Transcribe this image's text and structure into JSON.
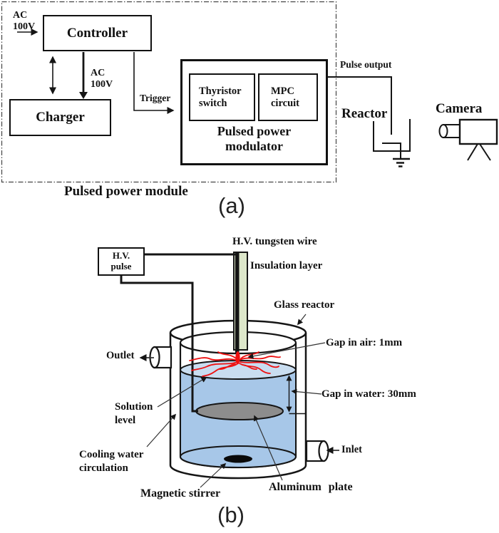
{
  "figure": {
    "caption_a": "(a)",
    "caption_b": "(b)",
    "colors": {
      "line_black": "#151515",
      "water_body": "#a7c7e8",
      "water_surface": "#c9ddf0",
      "plate_gray": "#8d8d8d",
      "insulation_green": "#dde7ca",
      "discharge_red": "#ee1111",
      "stirrer_black": "#0a0a0a"
    }
  },
  "panel_a": {
    "ac_input": {
      "l1": "AC",
      "l2": "100V"
    },
    "controller": "Controller",
    "ac_mid": {
      "l1": "AC",
      "l2": "100V"
    },
    "charger": "Charger",
    "trigger": "Trigger",
    "thyristor": {
      "l1": "Thyristor",
      "l2": "switch"
    },
    "mpc": {
      "l1": "MPC",
      "l2": "circuit"
    },
    "modulator": {
      "l1": "Pulsed power",
      "l2": "modulator"
    },
    "pulse_output": "Pulse output",
    "reactor": "Reactor",
    "camera": "Camera",
    "module_caption": "Pulsed power module"
  },
  "panel_b": {
    "hv_pulse": {
      "l1": "H.V.",
      "l2": "pulse"
    },
    "tungsten_wire": "H.V. tungsten wire",
    "insulation_layer": "Insulation layer",
    "glass_reactor": "Glass reactor",
    "gap_air": "Gap in air: 1mm",
    "gap_water": "Gap in water: 30mm",
    "outlet": "Outlet",
    "inlet": "Inlet",
    "solution_level": {
      "l1": "Solution",
      "l2": "level"
    },
    "cooling": {
      "l1": "Cooling water",
      "l2": "circulation"
    },
    "magnetic_stirrer": "Magnetic stirrer",
    "aluminum_plate": "Aluminum plate"
  }
}
